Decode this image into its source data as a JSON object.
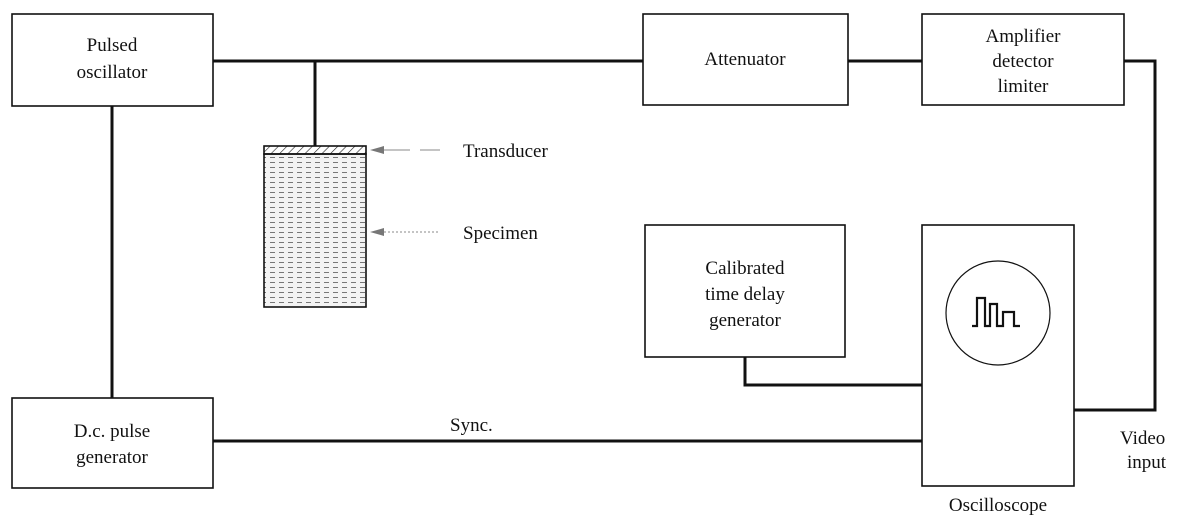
{
  "blocks": {
    "pulsed_oscillator": [
      "Pulsed",
      "oscillator"
    ],
    "attenuator": [
      "Attenuator"
    ],
    "amplifier": [
      "Amplifier",
      "detector",
      "limiter"
    ],
    "calibrated_delay": [
      "Calibrated",
      "time delay",
      "generator"
    ],
    "dc_pulse_generator": [
      "D.c. pulse",
      "generator"
    ]
  },
  "labels": {
    "transducer": "Transducer",
    "specimen": "Specimen",
    "sync": "Sync.",
    "video_input": [
      "Video",
      "input"
    ],
    "oscilloscope": "Oscilloscope"
  }
}
